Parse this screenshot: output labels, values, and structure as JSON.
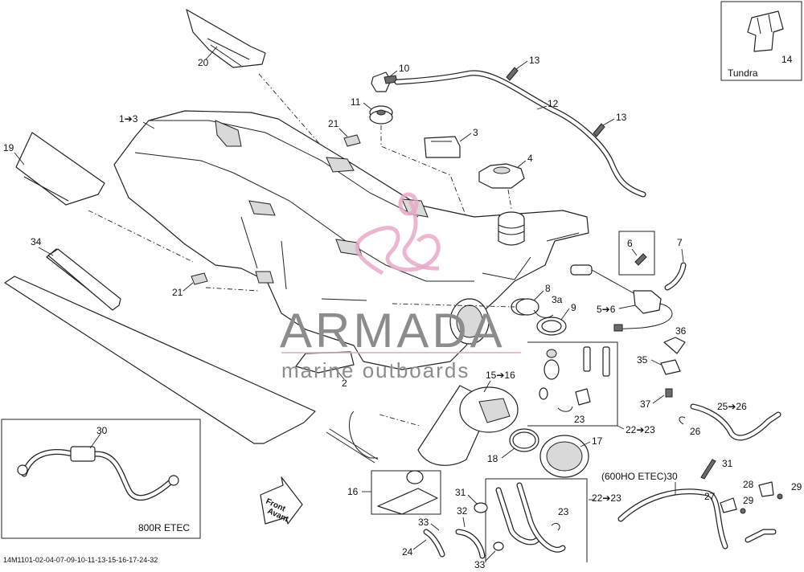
{
  "diagram": {
    "part_labels": {
      "p1_3": "1➔3",
      "p2": "2",
      "p3": "3",
      "p3a": "3a",
      "p4": "4",
      "p5_6": "5➔6",
      "p6": "6",
      "p7": "7",
      "p8": "8",
      "p9": "9",
      "p10": "10",
      "p11": "11",
      "p12": "12",
      "p13a": "13",
      "p13b": "13",
      "p14": "14",
      "p15_16": "15➔16",
      "p16": "16",
      "p17": "17",
      "p18": "18",
      "p19": "19",
      "p20": "20",
      "p21a": "21",
      "p21b": "21",
      "p22_23a": "22➔23",
      "p22_23b": "22➔23",
      "p23a": "23",
      "p23b": "23",
      "p24": "24",
      "p25_26": "25➔26",
      "p26": "26",
      "p27": "27",
      "p28": "28",
      "p29a": "29",
      "p29b": "29",
      "p30a": "30",
      "p30b": "(600HO ETEC)30",
      "p31a": "31",
      "p31b": "31",
      "p32": "32",
      "p33a": "33",
      "p33b": "33",
      "p34": "34",
      "p35": "35",
      "p36": "36",
      "p37": "37"
    },
    "inset_tundra_label": "Tundra",
    "inset_800r_label": "800R ETEC",
    "front_arrow_line1": "Front",
    "front_arrow_line2": "Avant",
    "footer_code": "14M1101-02-04-07-09-10-11-13-15-16-17-24-32"
  },
  "watermark": {
    "brand": "ARMADA",
    "tagline": "marine outboards",
    "color": "#e9a8c8"
  }
}
